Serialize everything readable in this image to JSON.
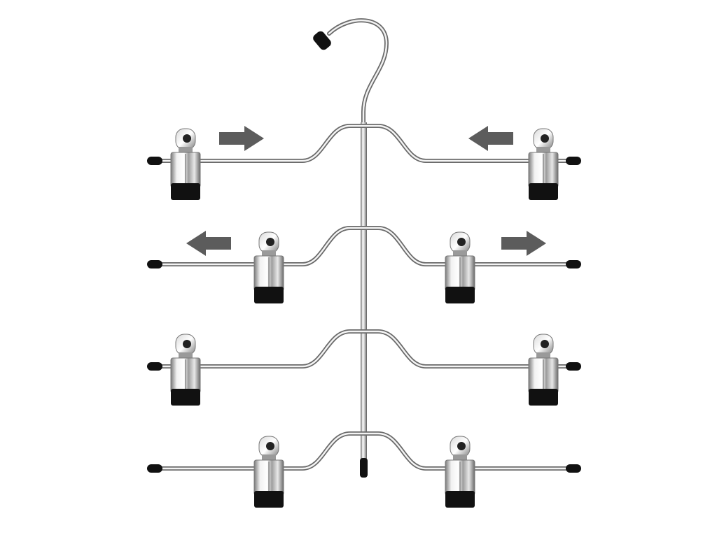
{
  "product": {
    "name": "multi-tier-clip-hanger",
    "colors": {
      "background": "#ffffff",
      "chrome_light": "#f4f4f4",
      "chrome_mid": "#bdbdbd",
      "chrome_dark": "#6e6e6e",
      "rubber_black": "#111111",
      "arrow_gray": "#5c5c5c"
    },
    "hook": {
      "icon": "hook-icon",
      "tip_color": "#111111"
    },
    "tiers": [
      {
        "name": "tier-1",
        "left_clip": "outer",
        "right_clip": "outer",
        "left_arrow": "right-arrow-icon",
        "right_arrow": "left-arrow-icon"
      },
      {
        "name": "tier-2",
        "left_clip": "inner",
        "right_clip": "inner",
        "left_arrow": "left-arrow-icon",
        "right_arrow": "right-arrow-icon"
      },
      {
        "name": "tier-3",
        "left_clip": "outer",
        "right_clip": "outer",
        "left_arrow": "",
        "right_arrow": ""
      },
      {
        "name": "tier-4",
        "left_clip": "inner",
        "right_clip": "inner",
        "left_arrow": "",
        "right_arrow": ""
      }
    ],
    "clip_icon": "clip-icon",
    "end_cap_icon": "end-cap-icon"
  }
}
